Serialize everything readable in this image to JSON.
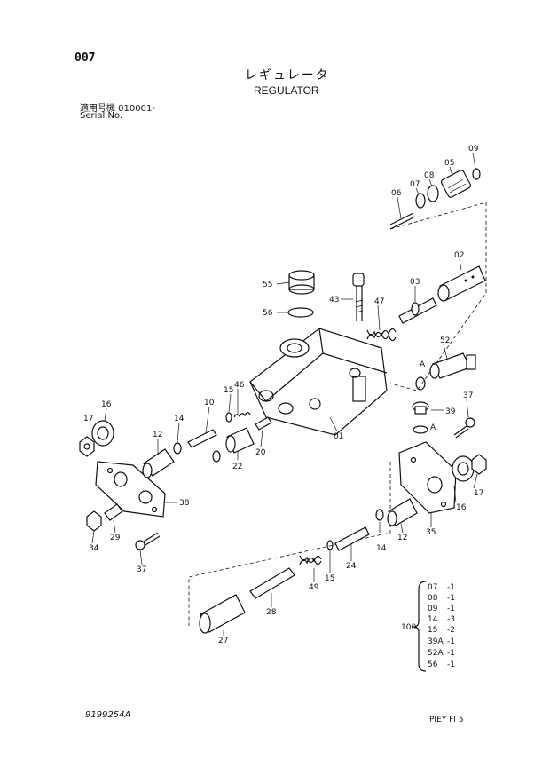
{
  "header": {
    "page_code": "007",
    "title_jp": "レギュレータ",
    "title_en": "REGULATOR",
    "serial_jp": "適用号機  010001-",
    "serial_en": "Serial No."
  },
  "callouts": [
    "09",
    "08",
    "05",
    "07",
    "06",
    "02",
    "55",
    "43",
    "03",
    "47",
    "56",
    "52",
    "A",
    "46",
    "15",
    "10",
    "16",
    "17",
    "14",
    "12",
    "22",
    "20",
    "01",
    "39",
    "A",
    "37",
    "16",
    "17",
    "35",
    "38",
    "29",
    "34",
    "37",
    "12",
    "14",
    "24",
    "15",
    "49",
    "28",
    "27"
  ],
  "kit": {
    "number": "100",
    "items": [
      {
        "part": "07",
        "qty": "-1"
      },
      {
        "part": "08",
        "qty": "-1"
      },
      {
        "part": "09",
        "qty": "-1"
      },
      {
        "part": "14",
        "qty": "-3"
      },
      {
        "part": "15",
        "qty": "-2"
      },
      {
        "part": "39A",
        "qty": "-1"
      },
      {
        "part": "52A",
        "qty": "-1"
      },
      {
        "part": "56",
        "qty": "-1"
      }
    ]
  },
  "footer": {
    "drawing_no": "9199254A",
    "code": "PIEY FI 5"
  }
}
